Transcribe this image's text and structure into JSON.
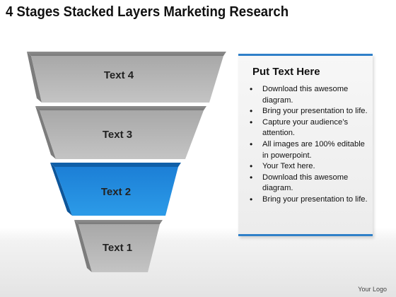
{
  "title": "4 Stages Stacked Layers Marketing Research",
  "stages": [
    {
      "label": "Text 4",
      "color": "#a6a6a6"
    },
    {
      "label": "Text 3",
      "color": "#a6a6a6"
    },
    {
      "label": "Text 2",
      "color": "#1e88d8",
      "highlighted": true
    },
    {
      "label": "Text 1",
      "color": "#a6a6a6"
    }
  ],
  "panel": {
    "title": "Put Text Here",
    "bullets": [
      "Download this awesome diagram.",
      "Bring your presentation to life.",
      "Capture your audience’s attention.",
      "All images are 100% editable in powerpoint.",
      "Your Text here.",
      "Download this awesome diagram.",
      "Bring your presentation to life."
    ],
    "accent_color": "#2f80c8"
  },
  "logo": "Your Logo"
}
